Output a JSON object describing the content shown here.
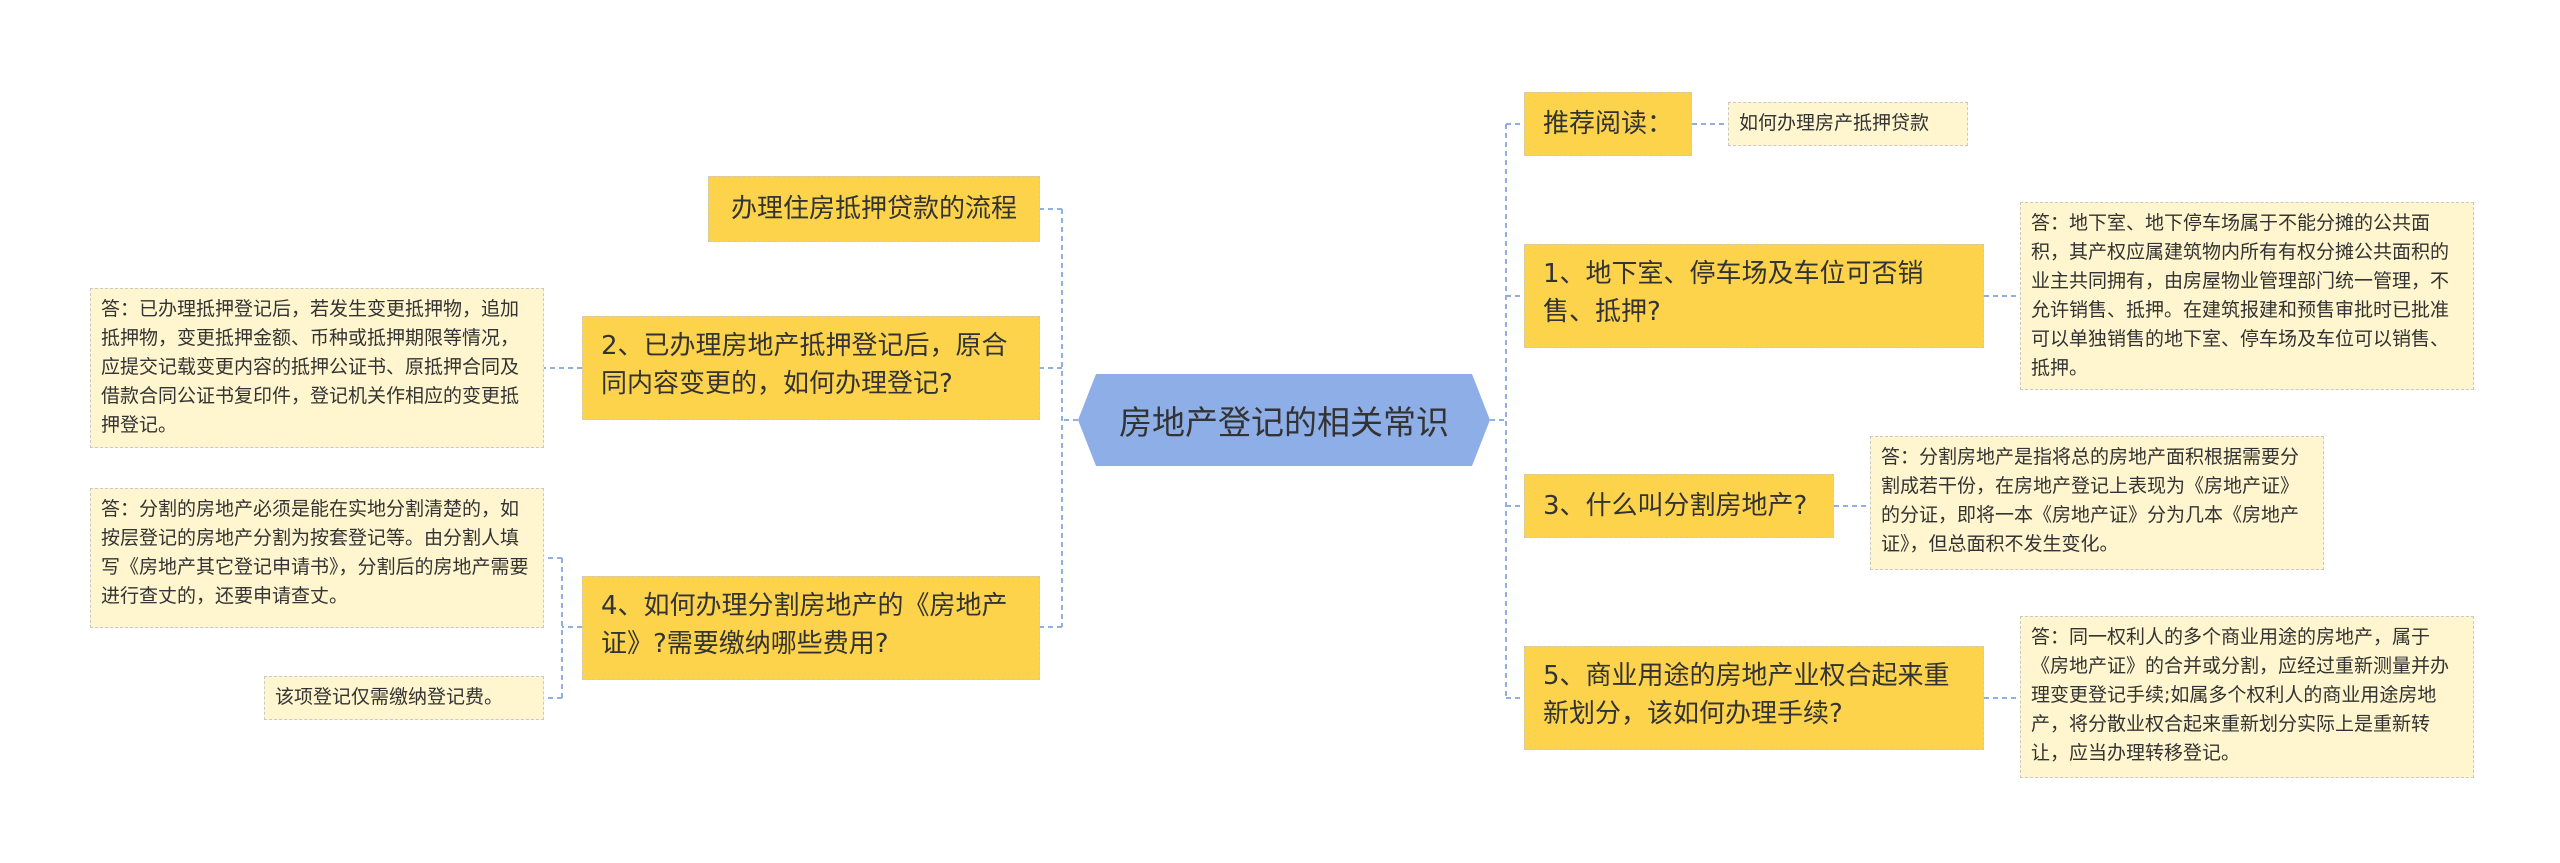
{
  "center": {
    "title": "房地产登记的相关常识"
  },
  "left": {
    "t1": {
      "title": "办理住房抵押贷款的流程"
    },
    "t2": {
      "title": "2、已办理房地产抵押登记后，原合同内容变更的，如何办理登记?",
      "note": "答：已办理抵押登记后，若发生变更抵押物，追加抵押物，变更抵押金额、币种或抵押期限等情况，应提交记载变更内容的抵押公证书、原抵押合同及借款合同公证书复印件，登记机关作相应的变更抵押登记。"
    },
    "t3": {
      "title": "4、如何办理分割房地产的《房地产证》?需要缴纳哪些费用?",
      "note1": "答：分割的房地产必须是能在实地分割清楚的，如按层登记的房地产分割为按套登记等。由分割人填写《房地产其它登记申请书》，分割后的房地产需要进行查丈的，还要申请查丈。",
      "note2": "该项登记仅需缴纳登记费。"
    }
  },
  "right": {
    "r0": {
      "title": "推荐阅读：",
      "note": "如何办理房产抵押贷款"
    },
    "r1": {
      "title": "1、地下室、停车场及车位可否销售、抵押?",
      "note": "答：地下室、地下停车场属于不能分摊的公共面积，其产权应属建筑物内所有有权分摊公共面积的业主共同拥有，由房屋物业管理部门统一管理，不允许销售、抵押。在建筑报建和预售审批时已批准可以单独销售的地下室、停车场及车位可以销售、抵押。"
    },
    "r2": {
      "title": "3、什么叫分割房地产?",
      "note": "答：分割房地产是指将总的房地产面积根据需要分割成若干份，在房地产登记上表现为《房地产证》的分证，即将一本《房地产证》分为几本《房地产证》，但总面积不发生变化。"
    },
    "r3": {
      "title": "5、商业用途的房地产业权合起来重新划分，该如何办理手续?",
      "note": "答：同一权利人的多个商业用途的房地产，属于《房地产证》的合并或分割，应经过重新测量并办理变更登记手续;如属多个权利人的商业用途房地产，将分散业权合起来重新划分实际上是重新转让，应当办理转移登记。"
    }
  },
  "colors": {
    "center_fill": "#8eaee8",
    "topic_fill": "#fdd34c",
    "note_fill": "#fff6cf",
    "connector": "#8fb0e0"
  }
}
